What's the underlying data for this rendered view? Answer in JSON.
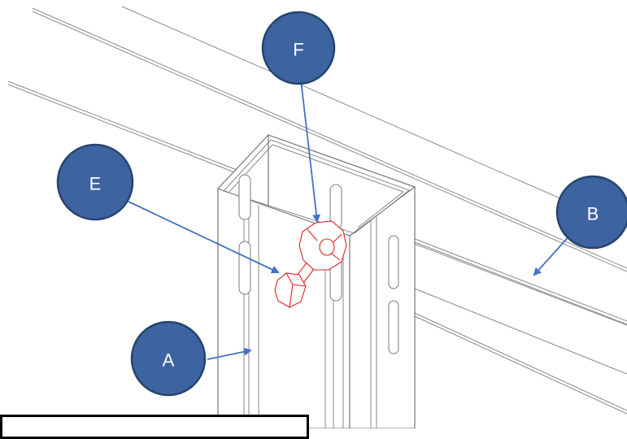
{
  "callouts": [
    {
      "id": "A",
      "label": "A"
    },
    {
      "id": "B",
      "label": "B"
    },
    {
      "id": "E",
      "label": "E"
    },
    {
      "id": "F",
      "label": "F"
    }
  ],
  "colors": {
    "callout_fill": "#3d63a1",
    "callout_border": "#26456e",
    "callout_text": "#ffffff",
    "arrow": "#4472c4",
    "bolt": "#e02020",
    "linework": "#8a8a8a"
  }
}
